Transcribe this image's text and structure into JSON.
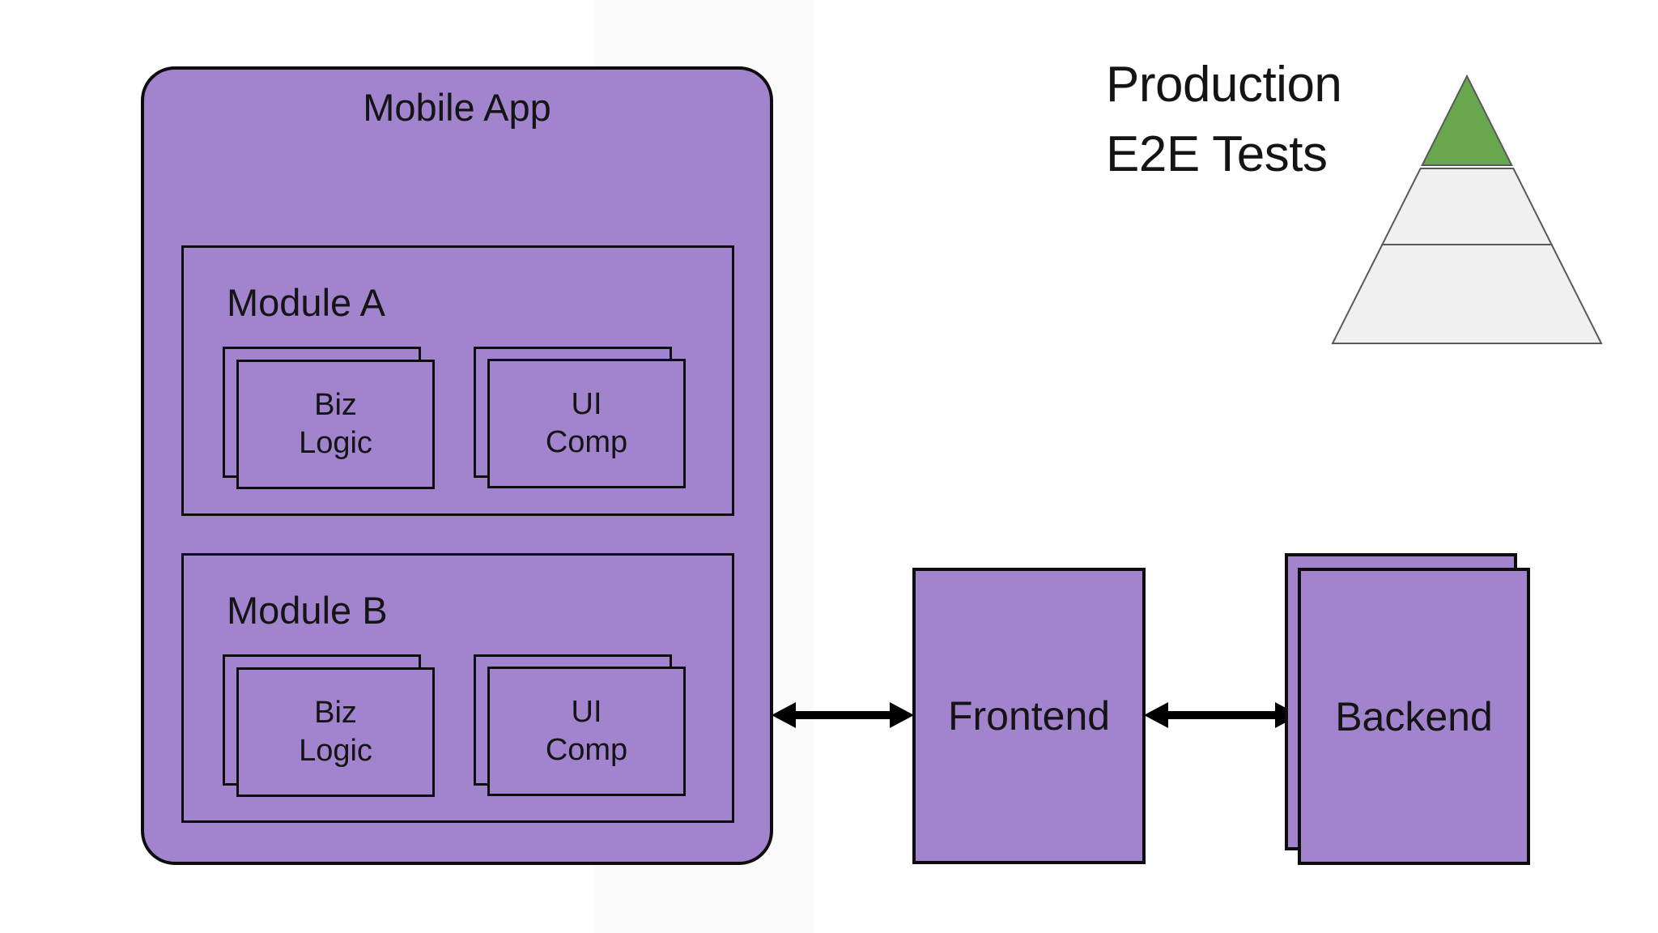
{
  "colors": {
    "purple": "#a184cd",
    "box_border": "#0d0d0d",
    "green": "#69a74e",
    "pyramid_gray": "#f0f0f0",
    "pyramid_stroke": "#595959",
    "arrow": "#000000",
    "text": "#141414"
  },
  "mobile_app": {
    "title": "Mobile App",
    "modules": [
      {
        "label": "Module A",
        "components": [
          {
            "label": "Biz\nLogic"
          },
          {
            "label": "UI\nComp"
          }
        ]
      },
      {
        "label": "Module B",
        "components": [
          {
            "label": "Biz\nLogic"
          },
          {
            "label": "UI\nComp"
          }
        ]
      }
    ]
  },
  "frontend": {
    "label": "Frontend"
  },
  "backend": {
    "label": "Backend"
  },
  "pyramid": {
    "caption": [
      "Production",
      "E2E Tests"
    ]
  }
}
